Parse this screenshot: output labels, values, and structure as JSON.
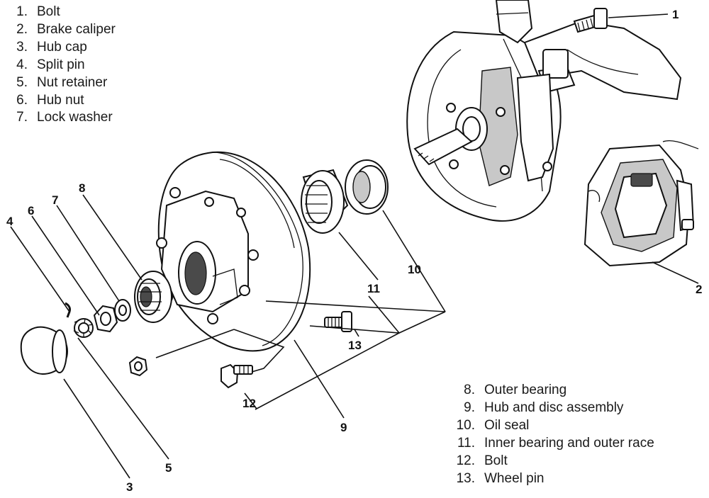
{
  "legend_top": [
    {
      "num": "1.",
      "label": "Bolt"
    },
    {
      "num": "2.",
      "label": "Brake caliper"
    },
    {
      "num": "3.",
      "label": "Hub cap"
    },
    {
      "num": "4.",
      "label": "Split pin"
    },
    {
      "num": "5.",
      "label": "Nut retainer"
    },
    {
      "num": "6.",
      "label": "Hub nut"
    },
    {
      "num": "7.",
      "label": "Lock washer"
    }
  ],
  "legend_bottom": [
    {
      "num": "8.",
      "label": "Outer bearing"
    },
    {
      "num": "9.",
      "label": "Hub and disc assembly"
    },
    {
      "num": "10.",
      "label": "Oil seal"
    },
    {
      "num": "11.",
      "label": "Inner bearing and outer race"
    },
    {
      "num": "12.",
      "label": "Bolt"
    },
    {
      "num": "13.",
      "label": "Wheel pin"
    }
  ],
  "callouts": {
    "c1": "1",
    "c2": "2",
    "c3": "3",
    "c4": "4",
    "c5": "5",
    "c6": "6",
    "c7": "7",
    "c8": "8",
    "c9": "9",
    "c10": "10",
    "c11": "11",
    "c12": "12",
    "c13": "13"
  }
}
